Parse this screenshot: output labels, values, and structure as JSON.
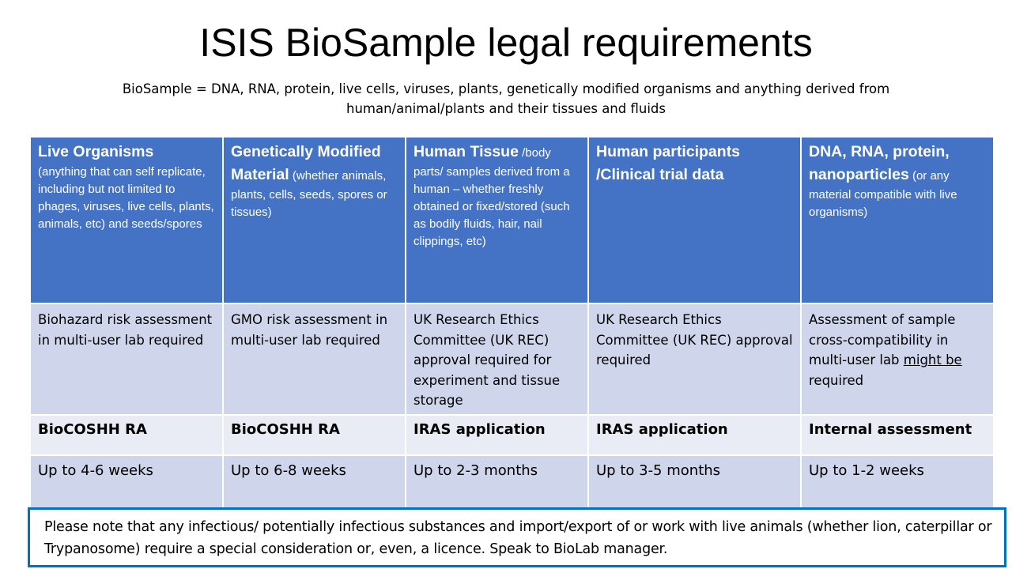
{
  "title": "ISIS BioSample legal requirements",
  "subtitle": "BioSample = DNA, RNA, protein, live cells, viruses, plants, genetically modified organisms and anything derived from human/animal/plants and their tissues and fluids",
  "columns": [
    {
      "title": "Live Organisms",
      "desc": "(anything that can self replicate, including but not limited to phages, viruses, live cells, plants, animals, etc) and seeds/spores",
      "requirement": [
        "Biohazard risk assessment in multi-user lab required",
        "",
        ""
      ],
      "form": "BioCOSHH RA",
      "time": "Up to 4-6 weeks"
    },
    {
      "title": "Genetically Modified Material",
      "desc": "(whether animals, plants, cells, seeds, spores or tissues)",
      "requirement": [
        "GMO risk assessment in multi-user lab required",
        "",
        ""
      ],
      "form": "BioCOSHH RA",
      "time": "Up to 6-8 weeks"
    },
    {
      "title": "Human Tissue",
      "desc": "/body parts/ samples derived from a human – whether freshly obtained or fixed/stored (such as bodily fluids, hair, nail clippings, etc)",
      "requirement": [
        "UK Research Ethics Committee (UK REC) approval required for experiment and tissue storage",
        "",
        ""
      ],
      "form": "IRAS application",
      "time": "Up to 2-3 months"
    },
    {
      "title": "Human participants /Clinical trial data",
      "desc": "",
      "requirement": [
        "UK Research Ethics Committee (UK REC) approval required",
        "",
        ""
      ],
      "form": "IRAS application",
      "time": "Up to 3-5 months"
    },
    {
      "title": "DNA, RNA, protein, nanoparticles",
      "desc": "(or any material compatible with live organisms)",
      "requirement": [
        "Assessment of sample cross-compatibility in multi-user lab ",
        "might be",
        " required"
      ],
      "form": "Internal assessment",
      "time": "Up to 1-2 weeks"
    }
  ],
  "note": "Please note that any infectious/ potentially infectious substances and import/export of or work with live animals (whether lion, caterpillar or Trypanosome) require a special consideration or, even, a licence. Speak to BioLab manager.",
  "colors": {
    "header": "#4472C4",
    "row_dark": "#CFD5EA",
    "row_light": "#E9EBF5",
    "note_border": "#0070C0"
  }
}
